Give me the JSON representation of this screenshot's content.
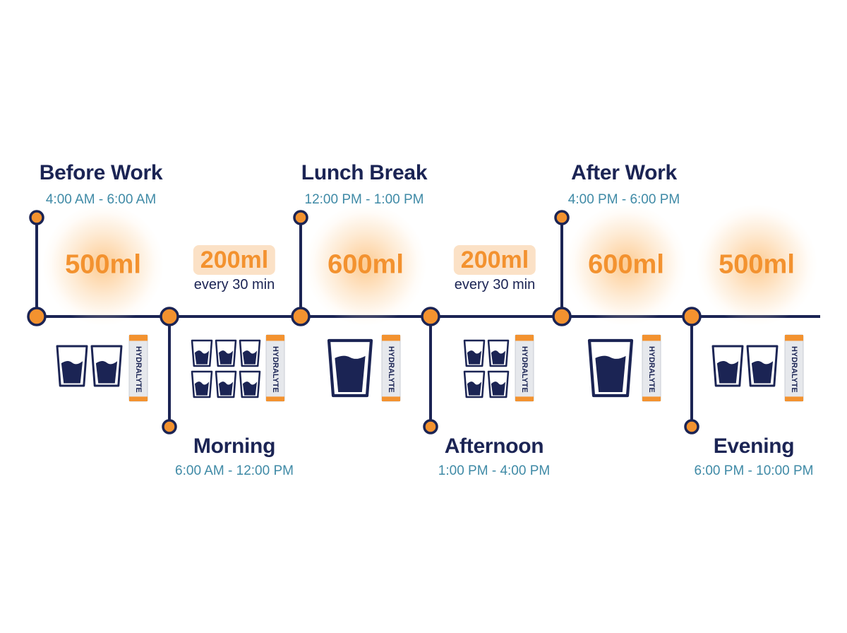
{
  "segments": [
    {
      "title": "Before Work",
      "time": "4:00 AM - 6:00 AM",
      "amount": "500ml",
      "frequency": "",
      "glasses": 2,
      "glass_size": "medium",
      "brand": "HYDRALYTE"
    },
    {
      "title": "Morning",
      "time": "6:00 AM - 12:00 PM",
      "amount": "200ml",
      "frequency": "every 30 min",
      "glasses": 6,
      "glass_size": "small",
      "brand": "HYDRALYTE"
    },
    {
      "title": "Lunch Break",
      "time": "12:00 PM - 1:00 PM",
      "amount": "600ml",
      "frequency": "",
      "glasses": 1,
      "glass_size": "large",
      "brand": "HYDRALYTE"
    },
    {
      "title": "Afternoon",
      "time": "1:00 PM - 4:00 PM",
      "amount": "200ml",
      "frequency": "every 30 min",
      "glasses": 4,
      "glass_size": "small",
      "brand": "HYDRALYTE"
    },
    {
      "title": "After Work",
      "time": "4:00 PM - 6:00 PM",
      "amount": "600ml",
      "frequency": "",
      "glasses": 1,
      "glass_size": "large",
      "brand": "HYDRALYTE"
    },
    {
      "title": "Evening",
      "time": "6:00 PM - 10:00 PM",
      "amount": "500ml",
      "frequency": "",
      "glasses": 2,
      "glass_size": "medium",
      "brand": "HYDRALYTE"
    }
  ],
  "colors": {
    "navy": "#1b2454",
    "orange": "#f3922f",
    "teal": "#3f8aa6",
    "pill": "#fbe1c6",
    "packet_silver": "#e6e8ec"
  },
  "icons": [
    "water-glass-icon",
    "hydralyte-packet-icon"
  ]
}
